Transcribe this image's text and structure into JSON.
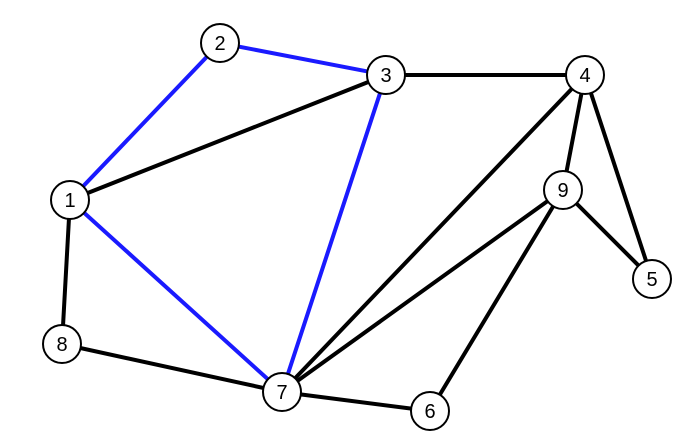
{
  "graph": {
    "colors": {
      "highlight": "#1a1aff",
      "default": "#000000",
      "node_fill": "#ffffff",
      "node_stroke": "#000000"
    },
    "nodes": [
      {
        "id": "1",
        "label": "1"
      },
      {
        "id": "2",
        "label": "2"
      },
      {
        "id": "3",
        "label": "3"
      },
      {
        "id": "4",
        "label": "4"
      },
      {
        "id": "5",
        "label": "5"
      },
      {
        "id": "6",
        "label": "6"
      },
      {
        "id": "7",
        "label": "7"
      },
      {
        "id": "8",
        "label": "8"
      },
      {
        "id": "9",
        "label": "9"
      }
    ],
    "edges": [
      {
        "from": "1",
        "to": "2",
        "highlighted": true
      },
      {
        "from": "2",
        "to": "3",
        "highlighted": true
      },
      {
        "from": "3",
        "to": "7",
        "highlighted": true
      },
      {
        "from": "1",
        "to": "7",
        "highlighted": true
      },
      {
        "from": "1",
        "to": "3",
        "highlighted": false
      },
      {
        "from": "3",
        "to": "4",
        "highlighted": false
      },
      {
        "from": "4",
        "to": "9",
        "highlighted": false
      },
      {
        "from": "4",
        "to": "5",
        "highlighted": false
      },
      {
        "from": "9",
        "to": "5",
        "highlighted": false
      },
      {
        "from": "4",
        "to": "7",
        "highlighted": false
      },
      {
        "from": "9",
        "to": "7",
        "highlighted": false
      },
      {
        "from": "9",
        "to": "6",
        "highlighted": false
      },
      {
        "from": "7",
        "to": "6",
        "highlighted": false
      },
      {
        "from": "1",
        "to": "8",
        "highlighted": false
      },
      {
        "from": "8",
        "to": "7",
        "highlighted": false
      }
    ]
  }
}
